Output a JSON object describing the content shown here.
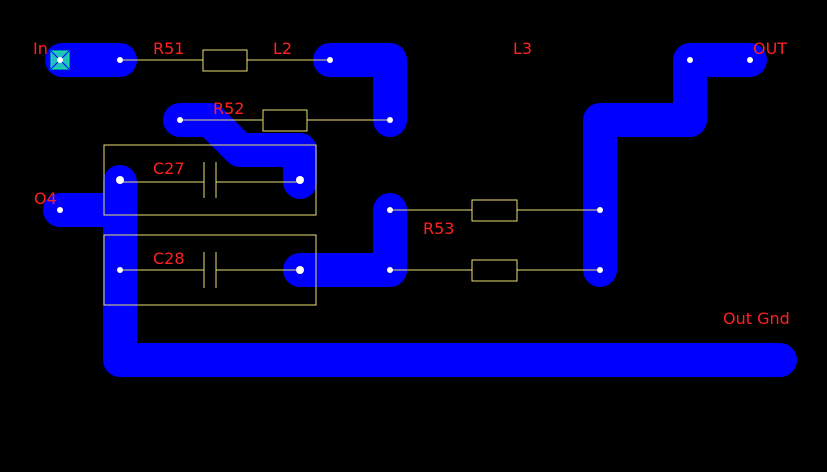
{
  "colors": {
    "background": "#000000",
    "copper": "#0000ff",
    "pad": "#ffffff",
    "silkscreen": "#e8e070",
    "label": "#ff2020",
    "origin_marker": "#20c0c0"
  },
  "labels": {
    "in": "In",
    "r51": "R51",
    "l2": "L2",
    "l3": "L3",
    "out": "OUT",
    "r52": "R52",
    "c27": "C27",
    "o4": "O4",
    "r53": "R53",
    "c28": "C28",
    "out_gnd": "Out Gnd"
  }
}
